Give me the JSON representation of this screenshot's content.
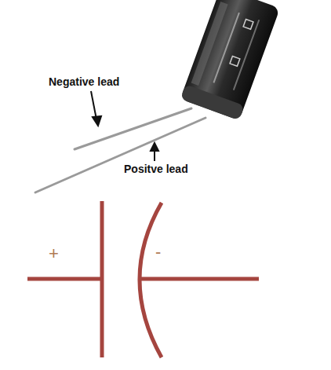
{
  "diagram": {
    "labels": [
      "Negative lead",
      "Positve lead",
      "+",
      "-"
    ]
  }
}
